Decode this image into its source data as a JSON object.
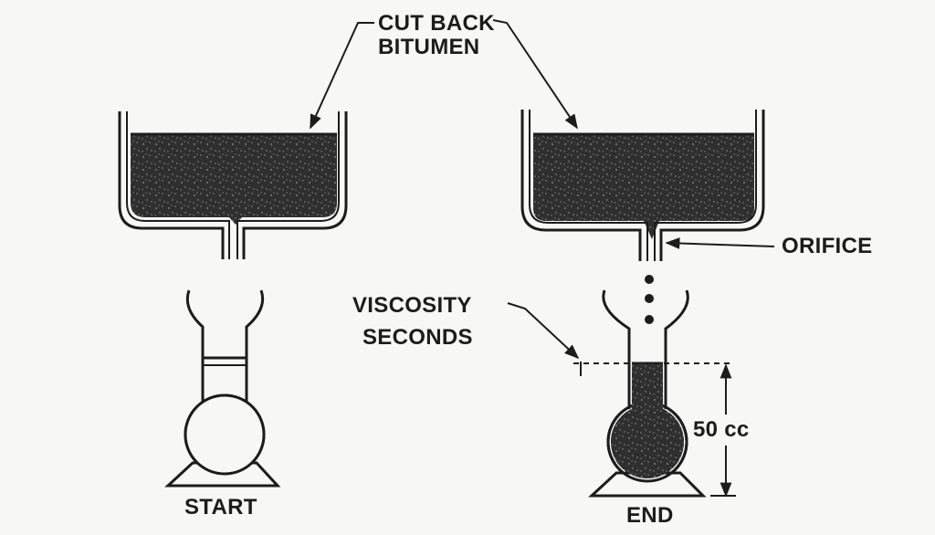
{
  "labels": {
    "cut_back_line1": "CUT BACK",
    "cut_back_line2": "BITUMEN",
    "orifice": "ORIFICE",
    "viscosity_line1": "VISCOSITY",
    "viscosity_line2": "SECONDS",
    "volume": "50 cc",
    "start": "START",
    "end": "END"
  },
  "colors": {
    "background": "#f7f7f5",
    "ink": "#1c1c1c",
    "bitumen_fill": "#2e2e2e"
  }
}
